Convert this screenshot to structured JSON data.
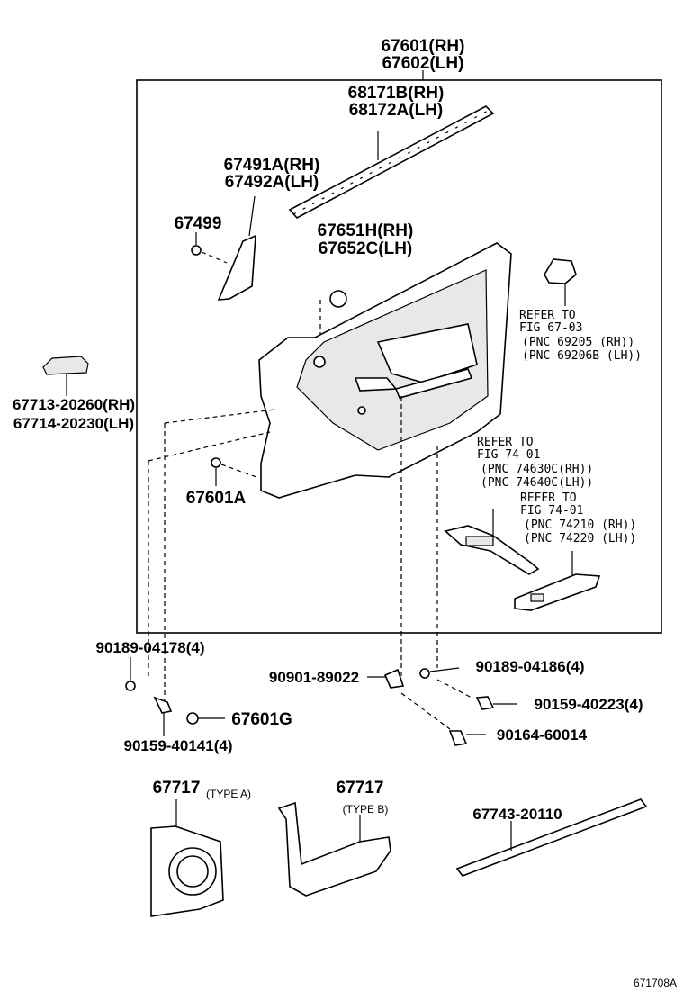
{
  "labels": {
    "assembly_rh": "67601(RH)",
    "assembly_lh": "67602(LH)",
    "weatherstrip_rh": "68171B(RH)",
    "weatherstrip_lh": "68172A(LH)",
    "garnish_rh": "67491A(RH)",
    "garnish_lh": "67492A(LH)",
    "clip_67499": "67499",
    "cap_rh": "67651H(RH)",
    "cap_lh": "67652C(LH)",
    "pad_rh": "67713-20260(RH)",
    "pad_lh": "67714-20230(LH)",
    "clip_67601a": "67601A",
    "ref1_line1": "REFER TO",
    "ref1_line2": "FIG 67-03",
    "ref1_line3": "(PNC 69205  (RH))",
    "ref1_line4": "(PNC 69206B (LH))",
    "ref2_line1": "REFER TO",
    "ref2_line2": "FIG 74-01",
    "ref2_line3": "(PNC 74630C(RH))",
    "ref2_line4": "(PNC 74640C(LH))",
    "ref3_line1": "REFER TO",
    "ref3_line2": "FIG 74-01",
    "ref3_line3": "(PNC 74210  (RH))",
    "ref3_line4": "(PNC 74220  (LH))",
    "screw_90189_04178": "90189-04178(4)",
    "screw_90901": "90901-89022",
    "screw_90189_04186": "90189-04186(4)",
    "screw_90159_40223": "90159-40223(4)",
    "clip_67601g": "67601G",
    "screw_90164": "90164-60014",
    "screw_90159_40141": "90159-40141(4)",
    "plate_type_a_num": "67717",
    "plate_type_a_text": "(TYPE  A)",
    "plate_type_b_num": "67717",
    "plate_type_b_text": "(TYPE  B)",
    "moulding": "67743-20110",
    "figure_code": "671708A"
  }
}
